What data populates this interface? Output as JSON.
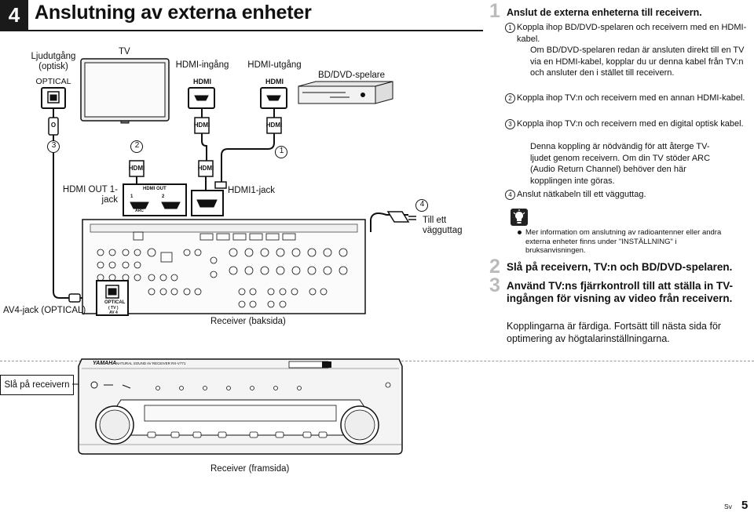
{
  "header": {
    "section_number": "4",
    "title": "Anslutning av externa enheter"
  },
  "diagram": {
    "audio_out_label": "Ljudutgång\n(optisk)",
    "optical_port": "OPTICAL",
    "tv_label": "TV",
    "hdmi_input_label": "HDMI-ingång",
    "hdmi_output_label": "HDMI-utgång",
    "player_label": "BD/DVD-spelare",
    "hdmi_port": "HDMI",
    "plug_hdmi": "HDMI",
    "plug_optical": "O",
    "hdmi_out_jack_label": "HDMI OUT 1-\njack",
    "hdmi_out_panel": "HDMI OUT",
    "hdmi_out_1": "1",
    "hdmi_out_2": "2",
    "hdmi_out_arc": "ARC",
    "hdmi1_jack_label": "HDMI1-jack",
    "outlet_label": "Till ett\nvägguttag",
    "av4_label": "AV4-jack (OPTICAL)",
    "optical_panel": "OPTICAL",
    "av4_panel": "AV 4",
    "tv_panel": "( TV )",
    "receiver_back_label": "Receiver (baksida)",
    "power_on_label": "Slå på receivern",
    "receiver_front_label": "Receiver (framsida)",
    "brand": "YAMAHA",
    "model": "NATURAL SOUND AV RECEIVER  RX-V771",
    "step_markers": [
      "1",
      "2",
      "3",
      "4"
    ]
  },
  "instructions": {
    "step1": {
      "number": "1",
      "heading": "Anslut de externa enheterna till receivern.",
      "items": [
        {
          "marker": "1",
          "text": "Koppla ihop BD/DVD-spelaren och receivern med en HDMI-kabel.",
          "note": "Om BD/DVD-spelaren redan är ansluten direkt till en TV via en HDMI-kabel, kopplar du ur denna kabel från TV:n och ansluter den i stället till receivern."
        },
        {
          "marker": "2",
          "text": "Koppla ihop TV:n och receivern med en annan HDMI-kabel.",
          "note": ""
        },
        {
          "marker": "3",
          "text": "Koppla ihop TV:n och receivern med en digital optisk kabel.",
          "note": "Denna koppling är nödvändig för att återge TV-ljudet genom receivern. Om din TV stöder ARC (Audio Return Channel) behöver den här kopplingen inte göras."
        },
        {
          "marker": "4",
          "text": "Anslut nätkabeln till ett vägguttag.",
          "note": ""
        }
      ]
    },
    "tip_icon": "tip-icon",
    "tip_text": "Mer information om anslutning av radioantenner eller andra externa enheter finns under \"INSTÄLLNING\" i bruksanvisningen.",
    "step2": {
      "number": "2",
      "heading": "Slå på receivern, TV:n och BD/DVD-spelaren."
    },
    "step3": {
      "number": "3",
      "heading": "Använd TV:ns fjärrkontroll till att ställa in TV-ingången för visning av video från receivern."
    },
    "done_text": "Kopplingarna är färdiga. Fortsätt till nästa sida för optimering av högtalarinställningarna."
  },
  "footer": {
    "lang": "Sv",
    "page": "5"
  }
}
